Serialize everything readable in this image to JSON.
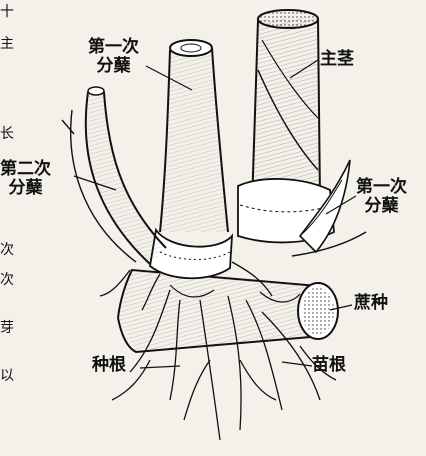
{
  "figure": {
    "labels": {
      "first_tiller_top": [
        "第一次",
        "分蘖"
      ],
      "main_stem": "主茎",
      "second_tiller": [
        "第二次",
        "分蘖"
      ],
      "first_tiller_right": [
        "第一次",
        "分蘖"
      ],
      "seed_cane": "蔗种",
      "seed_root": "种根",
      "shoot_root": "苗根"
    },
    "edge_text": "十\n主\n长\n\n次\n次\n芽\n\n以"
  }
}
